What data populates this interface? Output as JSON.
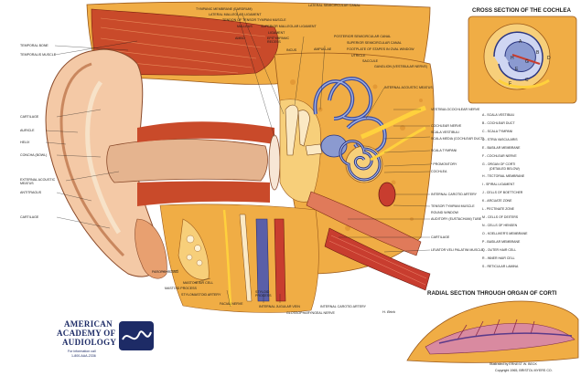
{
  "colors": {
    "bone": "#f0ad45",
    "bone_light": "#f7cf7a",
    "skin": "#f4c9a6",
    "flesh": "#c94a2a",
    "canal": "#e5b48f",
    "nerve": "#ffd13d",
    "muscle": "#c83d2f",
    "navy": "#1d2b66"
  },
  "titles": {
    "cochlea": "CROSS SECTION OF THE COCHLEA",
    "radial": "RADIAL SECTION THROUGH ORGAN OF CORTI"
  },
  "labels_left": [
    "TEMPORAL BONE",
    "TEMPORALIS MUSCLE",
    "CARTILAGE",
    "AURICLE",
    "HELIX",
    "CONCHA (BOWL)",
    "EXTERNAL ACOUSTIC MEATUS",
    "ANTITRAGUS",
    "CARTILAGE"
  ],
  "labels_top": [
    "TYMPANIC MEMBRANE (EARDRUM)",
    "LATERAL MALLEOLAR LIGAMENT",
    "TENDON OF TENSOR TYMPANI MUSCLE",
    "MALLEUS",
    "SUPERIOR MALLEOLAR LIGAMENT",
    "EPITYMPANIC RECESS",
    "INCUS",
    "LATERAL SEMICIRCULAR CANAL",
    "POSTERIOR SEMICIRCULAR CANAL",
    "SUPERIOR SEMICIRCULAR CANAL",
    "FOOTPLATE OF STAPES IN OVAL WINDOW",
    "UTRICLE",
    "SACCULE",
    "GANGLION (VESTIBULAR NERVE)",
    "AMBO",
    "LIGAMENT",
    "AMPULLAE"
  ],
  "labels_right": [
    "INTERNAL ACOUSTIC MEATUS",
    "VESTIBULOCOCHLEAR NERVE",
    "COCHLEAR NERVE",
    "SCALA VESTIBULI",
    "SCALA MEDIA (COCHLEAR DUCT)",
    "SCALA TYMPANI",
    "* PROMONTORY",
    "COCHLEA",
    "INTERNAL CAROTID ARTERY",
    "TENSOR TYMPANI MUSCLE",
    "ROUND WINDOW",
    "AUDITORY (EUSTACHIAN) TUBE",
    "CARTILAGE",
    "LEVATOR VELI PALATINI MUSCLE"
  ],
  "labels_bottom": [
    "PAROTID GLAND",
    "MASTOID AIR CELL",
    "MASTOID PROCESS",
    "STYLOMASTOID ARTERY",
    "FACIAL NERVE",
    "STYLOID PROCESS",
    "INTERNAL JUGULAR VEIN",
    "INTERNAL CAROTID ARTERY",
    "GLOSSOPHARYNGEAL NERVE"
  ],
  "legend": [
    "A - SCALA VESTIBULI",
    "B - COCHLEAR DUCT",
    "C - SCALA TYMPANI",
    "D - STRIA VASCULARIS",
    "E - BASILAR MEMBRANE",
    "F - COCHLEAR NERVE",
    "G - ORGAN OF CORTI",
    "(DETAILED BELOW)",
    "H - TECTORIAL MEMBRANE",
    "I - SPIRAL LIGAMENT",
    "J - CELLS OF BOETTCHER",
    "K - ARCUATE ZONE",
    "L - PECTINATE ZONE",
    "M - CELLS OF DEITERS",
    "N - CELLS OF HENSEN",
    "O - KOELLIKER'S MEMBRANE",
    "P - BASILAR MEMBRANE",
    "Q - OUTER HAIR CELL",
    "R - INNER HAIR CELL",
    "S - RETICULAR LAMINA"
  ],
  "cochlea_letters": [
    "A",
    "B",
    "C",
    "D",
    "E",
    "F",
    "G",
    "H"
  ],
  "brand": {
    "line1": "AMERICAN",
    "line2": "ACADEMY OF",
    "line3": "AUDIOLOGY",
    "info1": "For information call",
    "info2": "1-800-AAA-2336"
  },
  "credits": {
    "artist_sig": "H. Brick",
    "illustrated_by": "Illustrated by ERNEST W. BECK",
    "copyright": "Copyright 1965, BRISTOL MYERS CO."
  }
}
